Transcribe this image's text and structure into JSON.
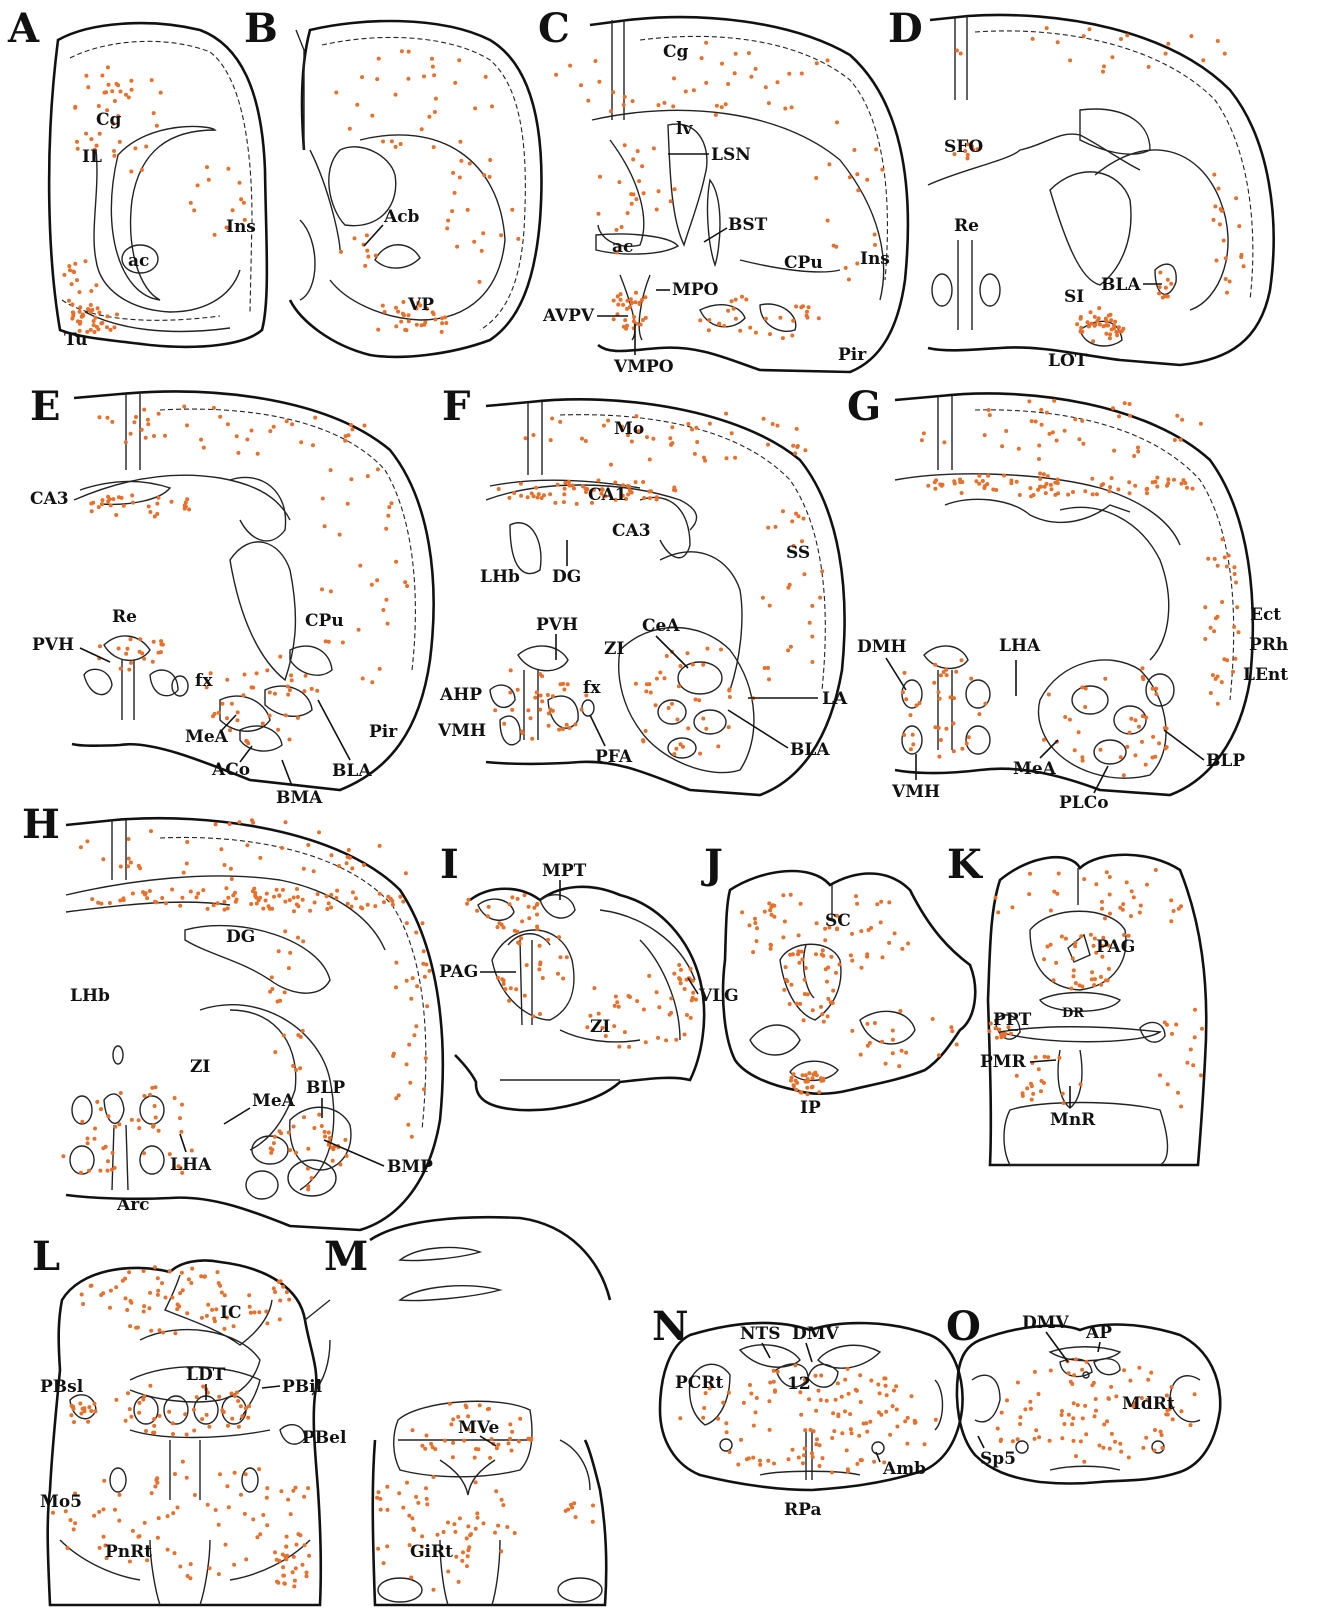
{
  "colors": {
    "dot": "#e8702a",
    "ink": "#111111"
  },
  "panels": [
    {
      "letter": "A",
      "labels": [
        "Cg",
        "IL",
        "Ins",
        "ac",
        "Tu"
      ]
    },
    {
      "letter": "B",
      "labels": [
        "Acb",
        "VP"
      ]
    },
    {
      "letter": "C",
      "labels": [
        "Cg",
        "lv",
        "LSN",
        "BST",
        "ac",
        "CPu",
        "Ins",
        "MPO",
        "AVPV",
        "VMPO",
        "Pir"
      ]
    },
    {
      "letter": "D",
      "labels": [
        "SFO",
        "Re",
        "BLA",
        "SI",
        "LOT"
      ]
    },
    {
      "letter": "E",
      "labels": [
        "CA3",
        "Re",
        "PVH",
        "fx",
        "CPu",
        "Pir",
        "MeA",
        "ACo",
        "BLA",
        "BMA"
      ]
    },
    {
      "letter": "F",
      "labels": [
        "Mo",
        "CA1",
        "CA3",
        "LHb",
        "DG",
        "SS",
        "PVH",
        "CeA",
        "ZI",
        "fx",
        "AHP",
        "VMH",
        "LA",
        "PFA",
        "BLA"
      ]
    },
    {
      "letter": "G",
      "labels": [
        "Ect",
        "PRh",
        "LEnt",
        "DMH",
        "LHA",
        "MeA",
        "BLP",
        "VMH",
        "PLCo"
      ]
    },
    {
      "letter": "H",
      "labels": [
        "DG",
        "LHb",
        "ZI",
        "MeA",
        "BLP",
        "LHA",
        "BMP",
        "Arc"
      ]
    },
    {
      "letter": "I",
      "labels": [
        "MPT",
        "PAG",
        "VLG",
        "ZI"
      ]
    },
    {
      "letter": "J",
      "labels": [
        "SC",
        "IP"
      ]
    },
    {
      "letter": "K",
      "labels": [
        "PAG",
        "DR",
        "PPT",
        "PMR",
        "MnR"
      ]
    },
    {
      "letter": "L",
      "labels": [
        "IC",
        "PBsl",
        "LDT",
        "PBil",
        "PBel",
        "Mo5",
        "PnRt"
      ]
    },
    {
      "letter": "M",
      "labels": [
        "MVe",
        "GiRt"
      ]
    },
    {
      "letter": "N",
      "labels": [
        "NTS",
        "DMV",
        "PCRt",
        "12",
        "Amb",
        "RPa"
      ]
    },
    {
      "letter": "O",
      "labels": [
        "DMV",
        "AP",
        "MdRt",
        "Sp5"
      ]
    }
  ]
}
